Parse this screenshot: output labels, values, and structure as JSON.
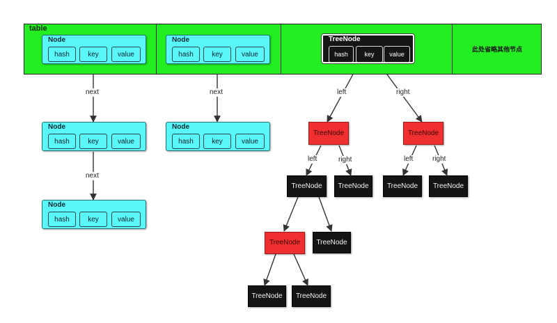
{
  "table": {
    "label": "table",
    "omitted_label": "此处省略其他节点"
  },
  "node": {
    "title": "Node",
    "fields": {
      "hash": "hash",
      "key": "key",
      "value": "value"
    }
  },
  "treenode": {
    "title": "TreeNode",
    "fields": {
      "hash": "hash",
      "key": "key",
      "value": "value"
    },
    "box_label": "TreeNode"
  },
  "edges": {
    "next": "next",
    "left": "left",
    "right": "right"
  },
  "colors": {
    "table_bg": "#22ee22",
    "node_bg": "#59f7f7",
    "red_node": "#f03030",
    "black_node": "#141414"
  }
}
